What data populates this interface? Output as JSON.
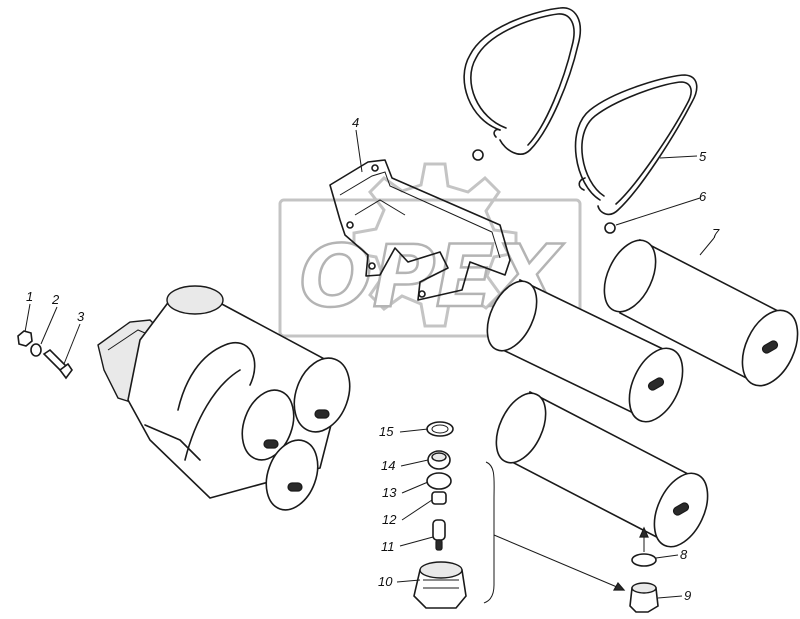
{
  "watermark": {
    "text": "OPEX"
  },
  "callouts": {
    "c1": "1",
    "c2": "2",
    "c3": "3",
    "c4": "4",
    "c5": "5",
    "c6": "6",
    "c7": "7",
    "c8": "8",
    "c9": "9",
    "c10": "10",
    "c11": "11",
    "c12": "12",
    "c13": "13",
    "c14": "14",
    "c15": "15"
  },
  "colors": {
    "line": "#1a1a1a",
    "watermark": "#b4b4b4",
    "background": "#ffffff"
  }
}
